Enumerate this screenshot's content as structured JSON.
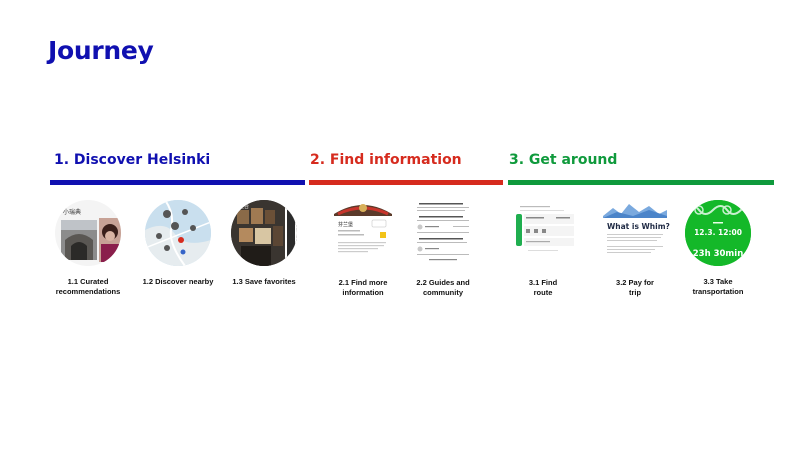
{
  "page": {
    "title": "Journey"
  },
  "phases": [
    {
      "label": "1. Discover Helsinki",
      "color": "#1010b0"
    },
    {
      "label": "2. Find information",
      "color": "#d62b1e"
    },
    {
      "label": "3. Get around",
      "color": "#0f9a3c"
    }
  ],
  "steps": [
    {
      "label": "1.1 Curated recommendations"
    },
    {
      "label": "1.2 Discover nearby"
    },
    {
      "label": "1.3 Save favorites"
    },
    {
      "label": "2.1 Find more information"
    },
    {
      "label": "2.2 Guides and community"
    },
    {
      "label": "3.1 Find route"
    },
    {
      "label": "3.2 Pay for trip"
    },
    {
      "label": "3.3 Take transportation"
    }
  ],
  "thumbs": {
    "whim_title": "What is Whim?",
    "ticket_date": "12.3. 12:00",
    "ticket_remaining": "23h 30min",
    "info_name": "芬兰堡"
  }
}
